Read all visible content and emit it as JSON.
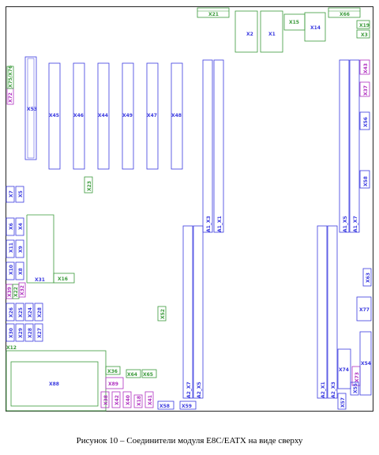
{
  "caption": "Рисунок 10 – Соединители модуля E8C/EATX на виде сверху",
  "colors": {
    "blue": "#3a3ae0",
    "green": "#3a9a3a",
    "purple": "#b030c0",
    "gray": "#999999",
    "outline": "#222222"
  },
  "connectors": {
    "x21": "X21",
    "x2": "X2",
    "x1": "X1",
    "x15": "X15",
    "x14": "X14",
    "x66": "X66",
    "x19": "X19",
    "x3": "X3",
    "x72": "X72",
    "x75x76": "X75/X76",
    "x53": "X53",
    "x45": "X45",
    "x46": "X46",
    "x44": "X44",
    "x49": "X49",
    "x47": "X47",
    "x48": "X48",
    "a1x3": "A1_X3",
    "a1x1": "A1_X1",
    "a1x5": "A1_X5",
    "a1x7": "A1_X7",
    "x43": "X43",
    "x37": "X37",
    "x56": "X56",
    "x58": "X58",
    "x23": "X23",
    "x7": "X7",
    "x5": "X5",
    "x6": "X6",
    "x4": "X4",
    "x11": "X11",
    "x9": "X9",
    "x10": "X10",
    "x8": "X8",
    "x31": "X31",
    "x16": "X16",
    "x39": "X39",
    "x22": "X22",
    "x32": "X32",
    "x52": "X52",
    "x63": "X63",
    "x77": "X77",
    "x26": "X26",
    "x25": "X25",
    "x24": "X24",
    "x28": "X28",
    "x30": "X30",
    "x29": "X29",
    "x28b": "X28",
    "x27": "X27",
    "x12": "X12",
    "x88": "X88",
    "x36": "X36",
    "x64": "X64",
    "x65": "X65",
    "x89": "X89",
    "x38": "X38",
    "x42": "X42",
    "x40": "X40",
    "x18": "X18",
    "x41": "X41",
    "x58b": "X58",
    "x59": "X59",
    "a2x7": "A2_X7",
    "a2x5": "A2_X5",
    "a2x1": "A2_X1",
    "a2x3": "A2_X3",
    "x57": "X57",
    "x74": "X74",
    "x73": "X73",
    "x55": "X55",
    "x54": "X54"
  }
}
